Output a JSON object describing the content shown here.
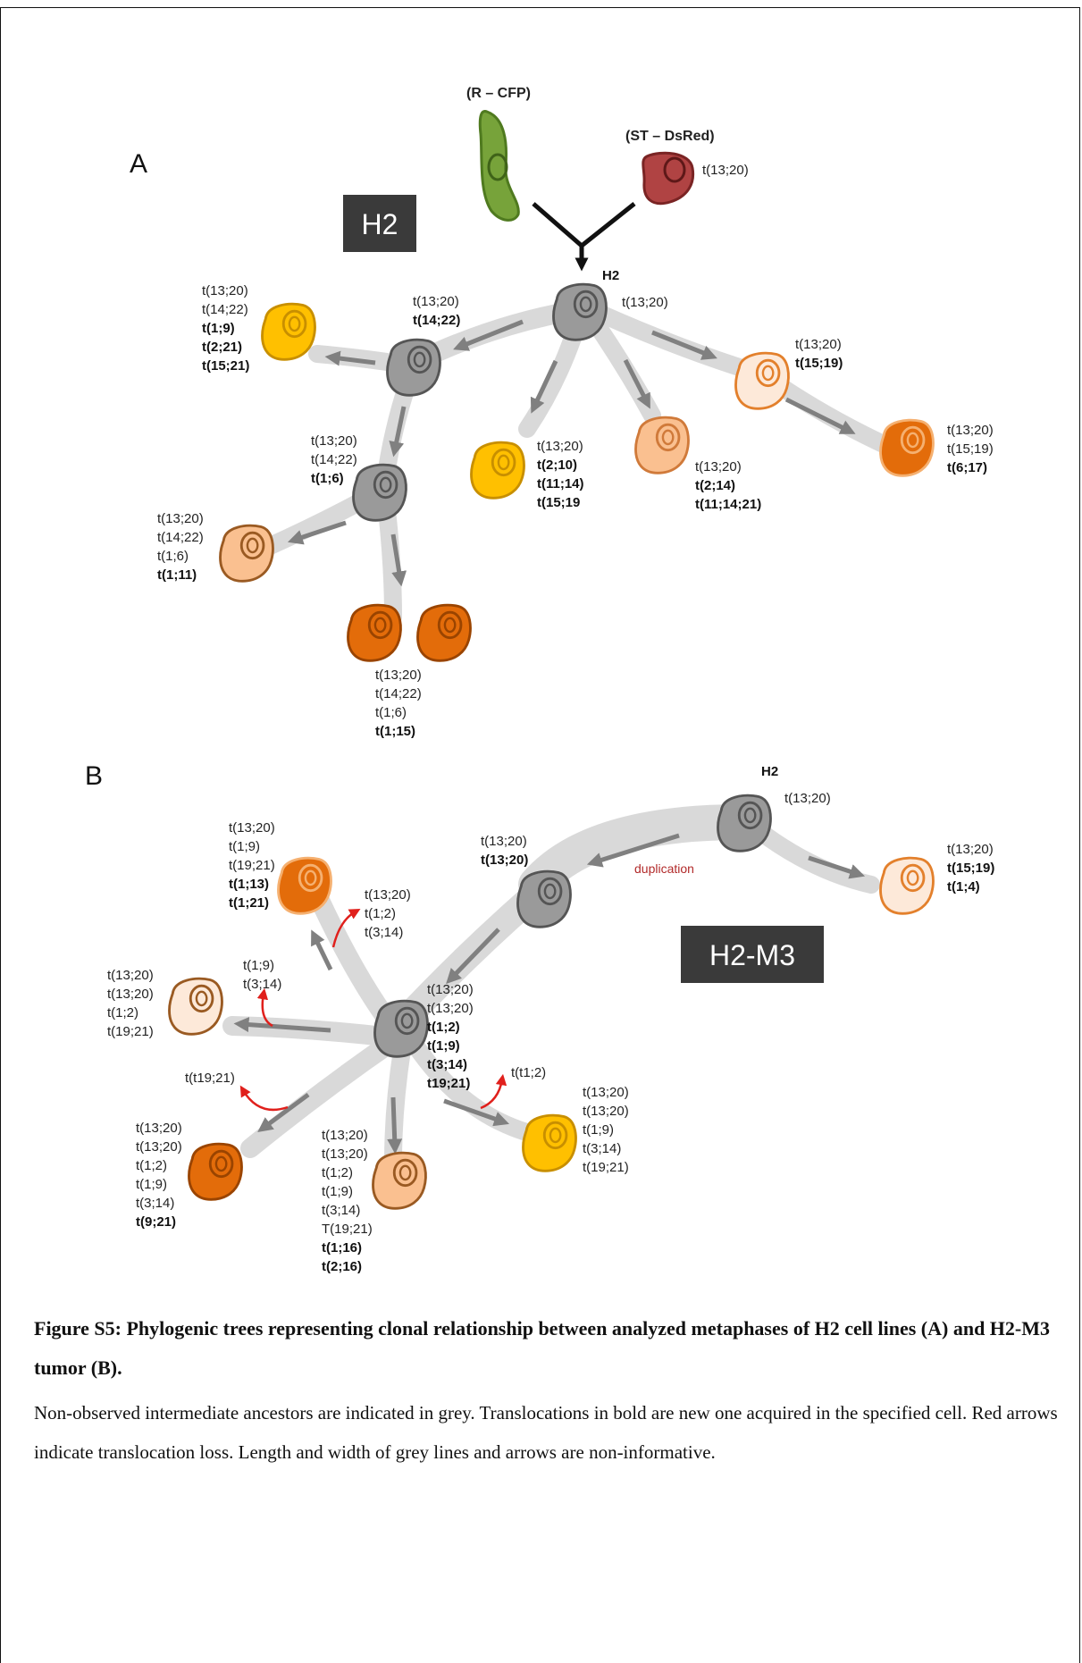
{
  "panel_a": {
    "letter": "A",
    "box_label": "H2",
    "progenitor_left": "(R – CFP)",
    "progenitor_right": "(ST – DsRed)",
    "progenitor_right_karyotype": [
      "t(13;20)"
    ],
    "root_label": "H2",
    "root_karyotype": [
      "t(13;20)"
    ],
    "nodes": [
      {
        "id": "a_int1",
        "inherited": [
          "t(13;20)"
        ],
        "new": [
          "t(14;22)"
        ]
      },
      {
        "id": "a_leaf_yellow_top",
        "inherited": [
          "t(13;20)",
          "t(14;22)"
        ],
        "new": [
          "t(1;9)",
          "t(2;21)",
          "t(15;21)"
        ]
      },
      {
        "id": "a_int2",
        "inherited": [
          "t(13;20)",
          "t(14;22)"
        ],
        "new": [
          "t(1;6)"
        ]
      },
      {
        "id": "a_leaf_peach_left",
        "inherited": [
          "t(13;20)",
          "t(14;22)",
          "t(1;6)"
        ],
        "new": [
          "t(1;11)"
        ]
      },
      {
        "id": "a_leaf_orange_pair",
        "inherited": [
          "t(13;20)",
          "t(14;22)",
          "t(1;6)"
        ],
        "new": [
          "t(1;15)"
        ]
      },
      {
        "id": "a_leaf_yellow_mid",
        "inherited": [
          "t(13;20)"
        ],
        "new": [
          "t(2;10)",
          "t(11;14)",
          "t(15;19"
        ]
      },
      {
        "id": "a_leaf_peach_mid",
        "inherited": [
          "t(13;20)"
        ],
        "new": [
          "t(2;14)",
          "t(11;14;21)"
        ]
      },
      {
        "id": "a_leaf_light_right",
        "inherited": [
          "t(13;20)"
        ],
        "new": [
          "t(15;19)"
        ]
      },
      {
        "id": "a_leaf_orange_right",
        "inherited": [
          "t(13;20)",
          "t(15;19)"
        ],
        "new": [
          "t(6;17)"
        ]
      }
    ]
  },
  "panel_b": {
    "letter": "B",
    "box_label": "H2-M3",
    "root_label": "H2",
    "root_karyotype": [
      "t(13;20)"
    ],
    "duplication_label": "duplication",
    "nodes": [
      {
        "id": "b_leaf_light_right",
        "inherited": [
          "t(13;20)"
        ],
        "new": [
          "t(15;19)",
          "t(1;4)"
        ]
      },
      {
        "id": "b_int1",
        "inherited": [
          "t(13;20)"
        ],
        "new": [
          "t(13;20)"
        ]
      },
      {
        "id": "b_hub",
        "inherited": [
          "t(13;20)",
          "t(13;20)"
        ],
        "new": [
          "t(1;2)",
          "t(1;9)",
          "t(3;14)",
          "t19;21)"
        ]
      },
      {
        "id": "b_leaf_orange_top",
        "inherited": [
          "t(13;20)",
          "t(1;9)",
          "t(19;21)"
        ],
        "new": [
          "t(1;13)",
          "t(1;21)"
        ]
      },
      {
        "id": "b_leaf_light_left",
        "inherited": [
          "t(13;20)",
          "t(13;20)",
          "t(1;2)",
          "t(19;21)"
        ],
        "new": []
      },
      {
        "id": "b_leaf_orange_bottom",
        "inherited": [
          "t(13;20)",
          "t(13;20)",
          "t(1;2)",
          "t(1;9)",
          "t(3;14)"
        ],
        "new": [
          "t(9;21)"
        ]
      },
      {
        "id": "b_leaf_peach_bottom",
        "inherited": [
          "t(13;20)",
          "t(13;20)",
          "t(1;2)",
          "t(1;9)",
          "t(3;14)",
          "T(19;21)"
        ],
        "new": [
          "t(1;16)",
          "t(2;16)"
        ]
      },
      {
        "id": "b_leaf_yellow_right",
        "inherited": [
          "t(13;20)",
          "t(13;20)",
          "t(1;9)",
          "t(3;14)",
          "t(19;21)"
        ],
        "new": []
      }
    ],
    "losses": [
      {
        "id": "loss_top",
        "lines": [
          "t(13;20)",
          "t(1;2)",
          "t(3;14)"
        ]
      },
      {
        "id": "loss_left",
        "lines": [
          "t(1;9)",
          "t(3;14)"
        ]
      },
      {
        "id": "loss_bottom_left",
        "lines": [
          "t(t19;21)"
        ]
      },
      {
        "id": "loss_right",
        "lines": [
          "t(t1;2)"
        ]
      }
    ]
  },
  "colors": {
    "grey_node": "#9a9a9a",
    "yellow": "#ffc000",
    "orange": "#e36c0a",
    "peach": "#fac090",
    "light_peach": "#fde9d9",
    "green": "#77a33a",
    "red": "#a53a3a",
    "branch": "#d9d9d9",
    "loss_arrow": "#e0201c"
  },
  "caption": {
    "title": "Figure S5: Phylogenic trees representing clonal relationship between analyzed metaphases of H2 cell lines (A) and H2-M3 tumor (B).",
    "body": "Non-observed intermediate ancestors are indicated in grey. Translocations in bold are new one acquired in the specified cell. Red arrows indicate translocation loss. Length and width of grey lines and arrows are non-informative."
  }
}
